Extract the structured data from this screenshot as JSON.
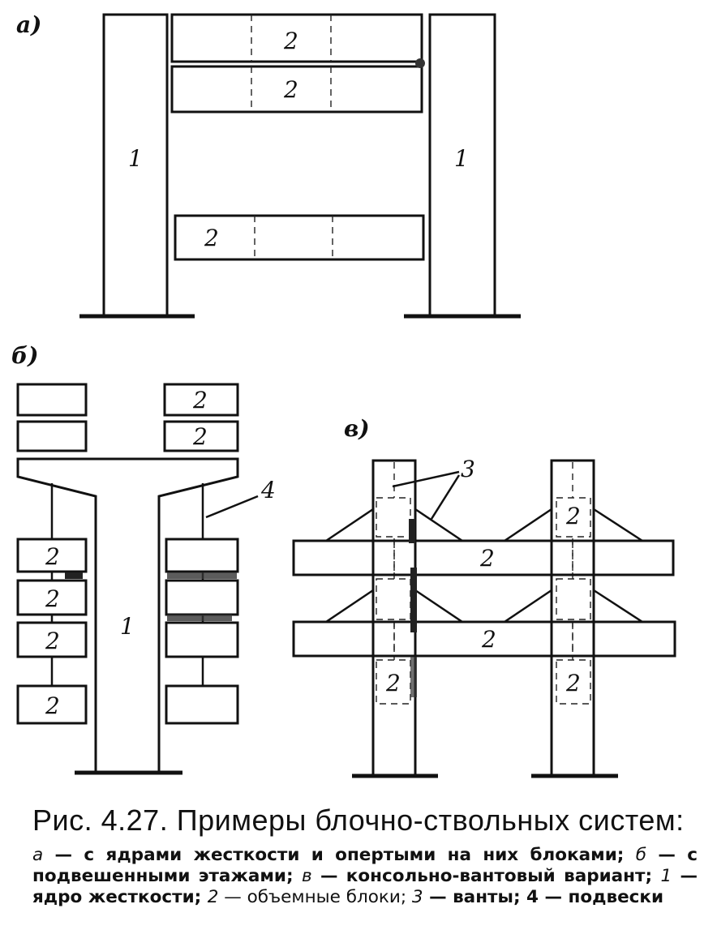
{
  "panels": {
    "a": "а)",
    "b": "б)",
    "v": "в)"
  },
  "labels": {
    "core": "1",
    "block": "2",
    "stays": "3",
    "hangers": "4"
  },
  "caption": {
    "title": "Рис. 4.27. Примеры блочно-ствольных систем:",
    "a_letter": "а",
    "a_text": " — с ядрами жесткости и опертыми на них блоками; ",
    "b_letter": "б",
    "b_text": " — с подвешенными этажами; ",
    "v_letter": "в",
    "v_text": " — консольно-вантовый вариант; ",
    "n1": "1",
    "n1_text": " — ядро жесткости; ",
    "n2": "2",
    "n2_text": " — объемные блоки; ",
    "n3": "3",
    "n3_text": " — ванты; ",
    "n4": "4",
    "n4_text": " — подвески"
  }
}
